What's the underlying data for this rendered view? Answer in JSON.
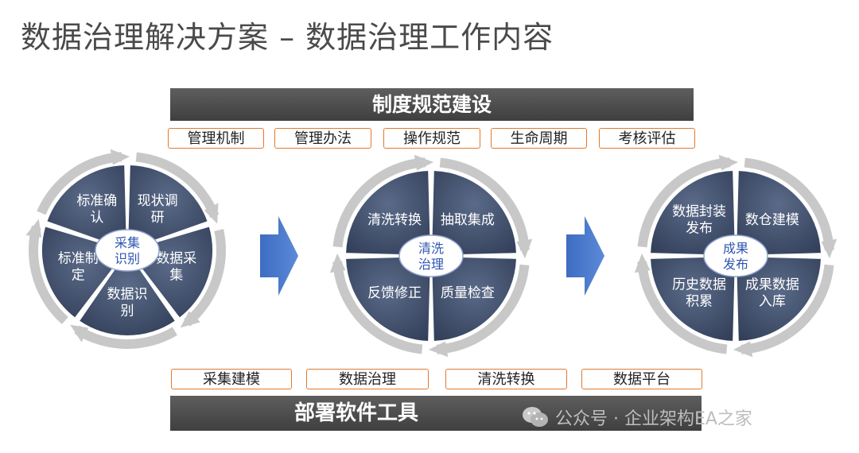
{
  "title": "数据治理解决方案 – 数据治理工作内容",
  "top_bar": "制度规范建设",
  "top_tags": [
    "管理机制",
    "管理办法",
    "操作规范",
    "生命周期",
    "考核评估"
  ],
  "bottom_tags": [
    "采集建模",
    "数据治理",
    "清洗转换",
    "数据平台"
  ],
  "bottom_bar": "部署软件工具",
  "cycle1": {
    "center": [
      "采集",
      "识别"
    ],
    "segments": [
      [
        "现状调",
        "研"
      ],
      [
        "数据采",
        "集"
      ],
      [
        "数据识",
        "别"
      ],
      [
        "标准制",
        "定"
      ],
      [
        "标准确",
        "认"
      ]
    ]
  },
  "cycle2": {
    "center": [
      "清洗",
      "治理"
    ],
    "segments": [
      [
        "抽取集成"
      ],
      [
        "质量检查"
      ],
      [
        "反馈修正"
      ],
      [
        "清洗转换"
      ]
    ]
  },
  "cycle3": {
    "center": [
      "成果",
      "发布"
    ],
    "segments": [
      [
        "数仓建模"
      ],
      [
        "成果数据",
        "入库"
      ],
      [
        "历史数据",
        "积累"
      ],
      [
        "数据封装",
        "发布"
      ]
    ]
  },
  "watermark": "公众号 · 企业架构EA之家",
  "colors": {
    "segment_fill": "#44536f",
    "ring": "#c8c8c8",
    "arrow": "#4472c4",
    "tag_border": "#e07a2e",
    "bar": "#4f4f4f",
    "center_text": "#2f56b0"
  },
  "icons": [
    "right-arrow-icon",
    "wechat-icon"
  ]
}
